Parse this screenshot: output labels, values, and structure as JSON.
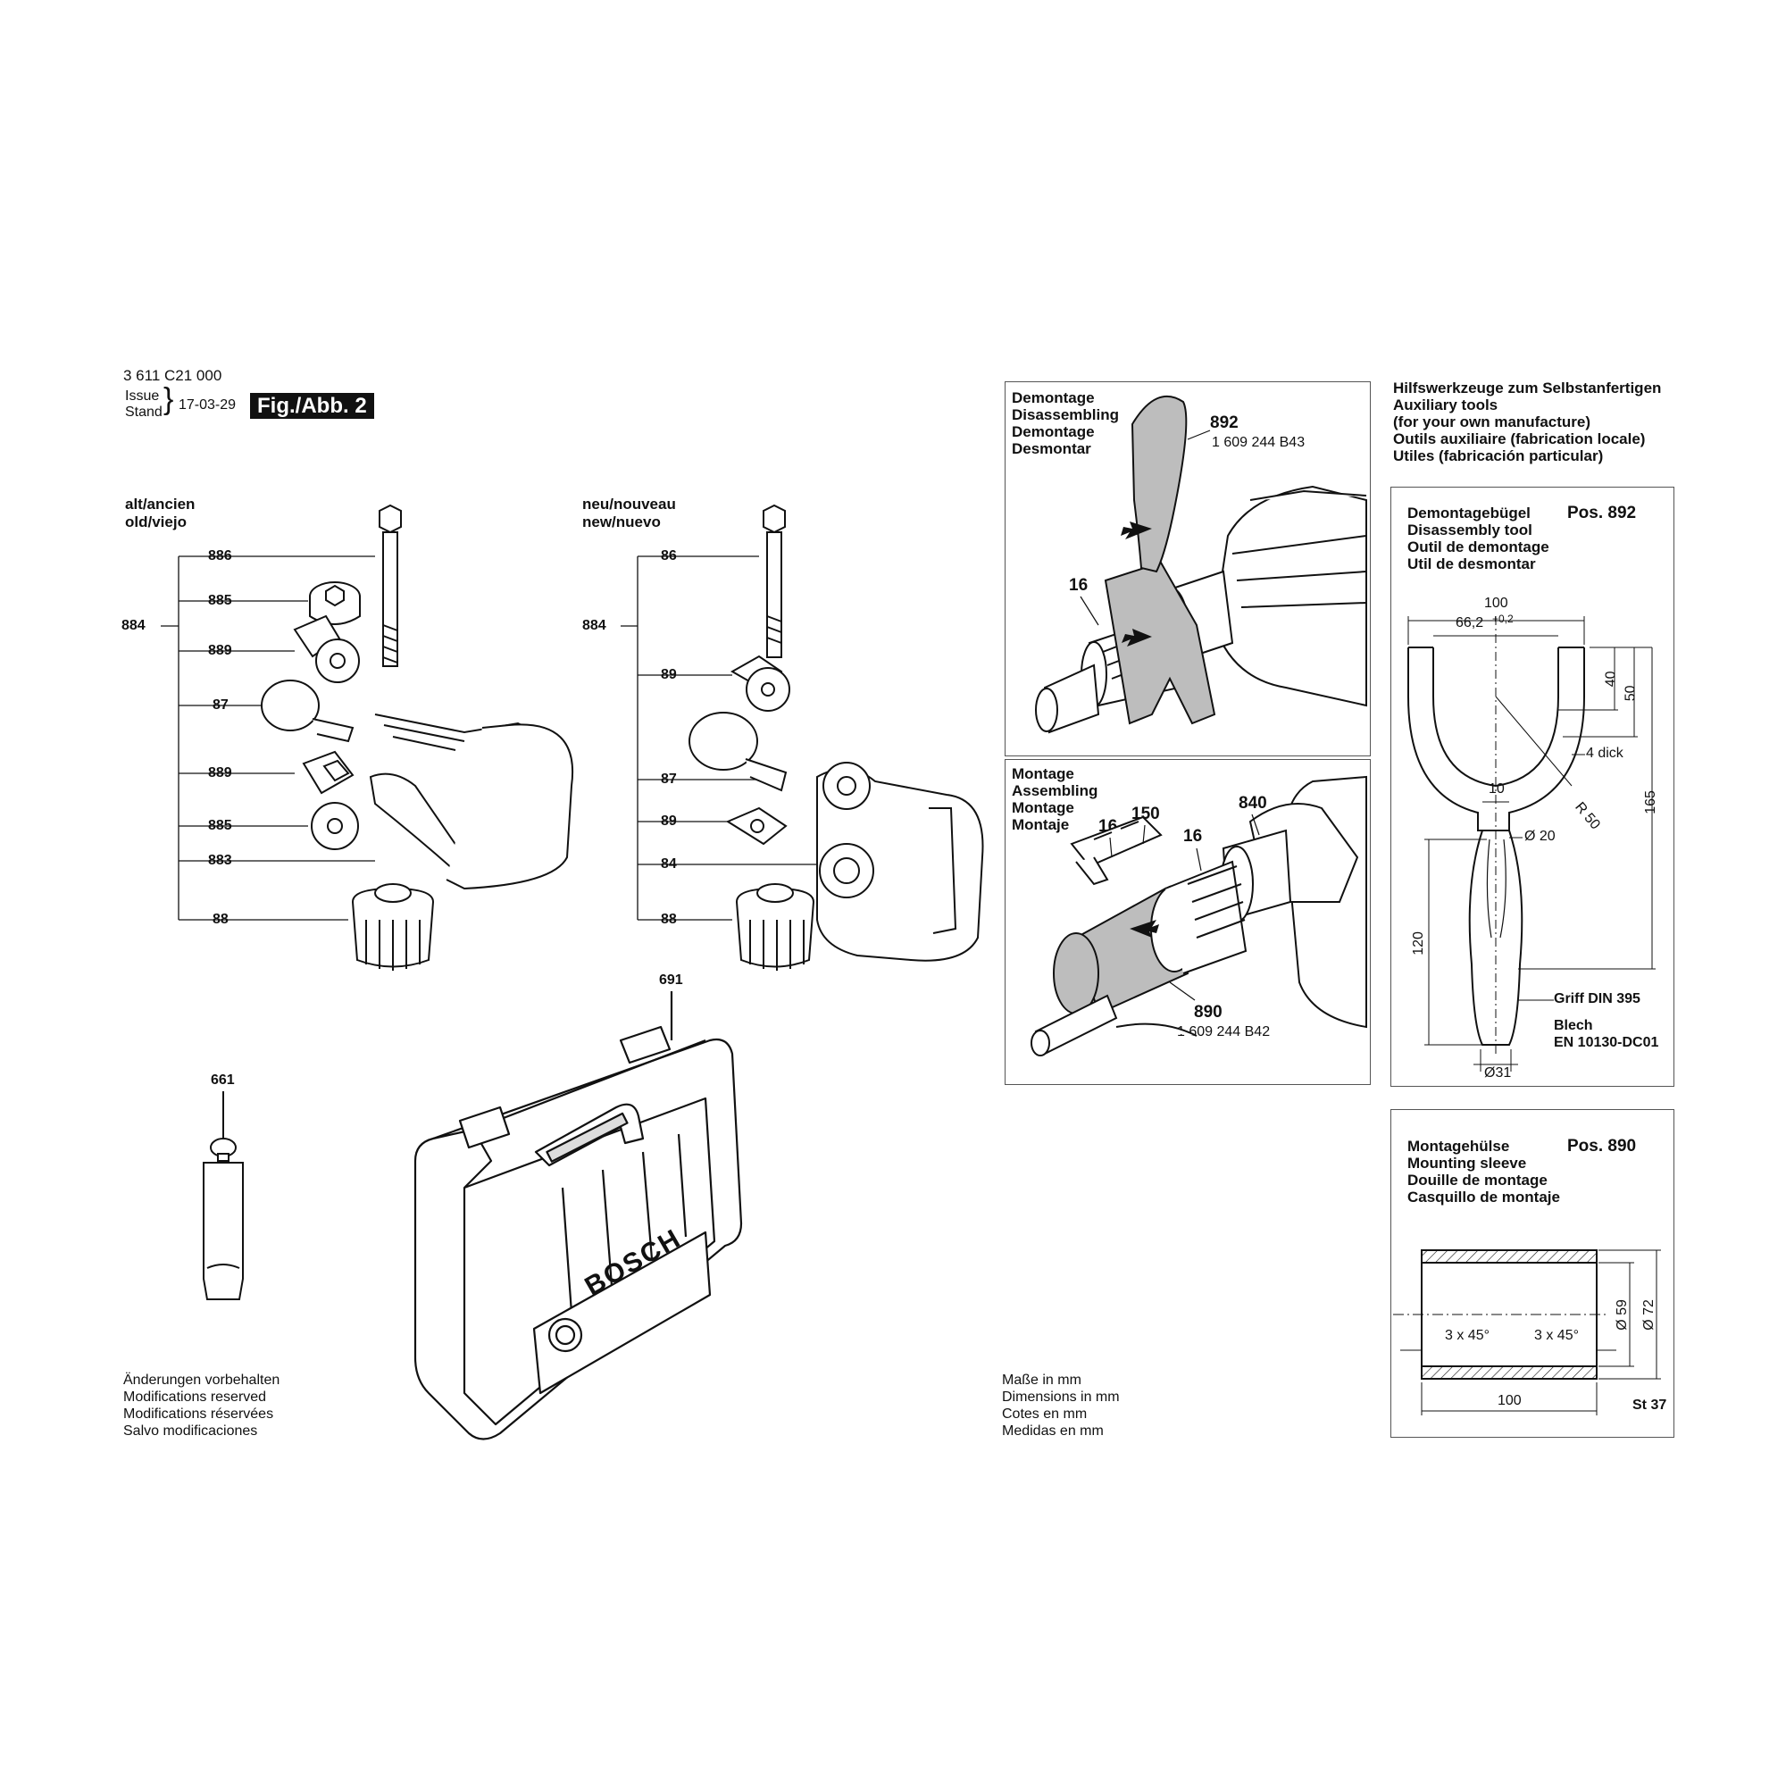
{
  "header": {
    "part_number": "3 611 C21 000",
    "issue_label": "Issue",
    "stand_label": "Stand",
    "issue_date": "17-03-29",
    "figure": "Fig./Abb. 2"
  },
  "old_section": {
    "title_line1": "alt/ancien",
    "title_line2": "old/viejo",
    "group": "884",
    "items": [
      "886",
      "885",
      "889",
      "87",
      "889",
      "885",
      "883",
      "88"
    ]
  },
  "new_section": {
    "title_line1": "neu/nouveau",
    "title_line2": "new/nuevo",
    "group": "884",
    "items": [
      "86",
      "89",
      "87",
      "89",
      "84",
      "88"
    ]
  },
  "case": {
    "label": "691",
    "brand": "BOSCH"
  },
  "grease_tube": {
    "label": "661"
  },
  "footer_left": [
    "Änderungen vorbehalten",
    "Modifications reserved",
    "Modifications réservées",
    "Salvo modificaciones"
  ],
  "footer_middle": [
    "Maße in mm",
    "Dimensions in mm",
    "Cotes en mm",
    "Medidas en mm"
  ],
  "disassembly_panel": {
    "title": [
      "Demontage",
      "Disassembling",
      "Demontage",
      "Desmontar"
    ],
    "tool_pos": "892",
    "tool_number": "1 609 244 B43",
    "part_label": "16"
  },
  "assembly_panel": {
    "title": [
      "Montage",
      "Assembling",
      "Montage",
      "Montaje"
    ],
    "labels": [
      "16",
      "150",
      "16",
      "840"
    ],
    "tool_pos": "890",
    "tool_number": "1 609 244 B42"
  },
  "aux_tools_heading": [
    "Hilfswerkzeuge zum Selbstanfertigen",
    "Auxiliary tools",
    "(for your own manufacture)",
    "Outils auxiliaire (fabrication locale)",
    "Utiles (fabricación particular)"
  ],
  "tool892": {
    "title": [
      "Demontagebügel",
      "Disassembly tool",
      "Outil de demontage",
      "Util de desmontar"
    ],
    "pos": "Pos. 892",
    "dims": {
      "width": "100",
      "inner": "66,2",
      "inner_tol": "+0,2",
      "h40": "40",
      "h50": "50",
      "thickness": "4 dick",
      "slot": "10",
      "radius": "R 50",
      "d20": "Ø 20",
      "h165": "165",
      "h120": "120",
      "d31": "Ø31"
    },
    "notes": [
      "Griff DIN 395",
      "Blech",
      "EN 10130-DC01"
    ]
  },
  "tool890": {
    "title": [
      "Montagehülse",
      "Mounting sleeve",
      "Douille de montage",
      "Casquillo de montaje"
    ],
    "pos": "Pos. 890",
    "dims": {
      "chamfer_left": "3 x 45°",
      "chamfer_right": "3 x 45°",
      "length": "100",
      "d59": "Ø 59",
      "d72": "Ø 72"
    },
    "material": "St 37"
  }
}
